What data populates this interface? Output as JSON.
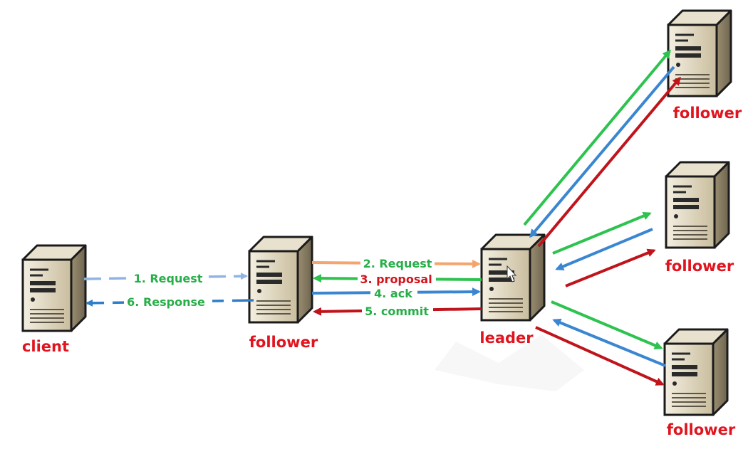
{
  "colors": {
    "node_label": "#e0141e",
    "request_dashed": "#8fb4e6",
    "response": "#2e7ec9",
    "forward_request": "#f4a56f",
    "proposal": "#2ec24f",
    "ack": "#3a86d1",
    "commit": "#c0141c",
    "label_green": "#27ae48",
    "label_red": "#d2141c"
  },
  "nodes": {
    "client": {
      "label": "client"
    },
    "follower_mid": {
      "label": "follower"
    },
    "leader": {
      "label": "leader"
    },
    "follower_top": {
      "label": "follower"
    },
    "follower_middle_right": {
      "label": "follower"
    },
    "follower_bottom": {
      "label": "follower"
    }
  },
  "edges": {
    "client_request": {
      "label": "1. Request"
    },
    "client_response": {
      "label": "6. Response"
    },
    "forward_request": {
      "label": "2. Request"
    },
    "proposal": {
      "label": "3. proposal"
    },
    "ack": {
      "label": "4. ack"
    },
    "commit": {
      "label": "5. commit"
    }
  }
}
